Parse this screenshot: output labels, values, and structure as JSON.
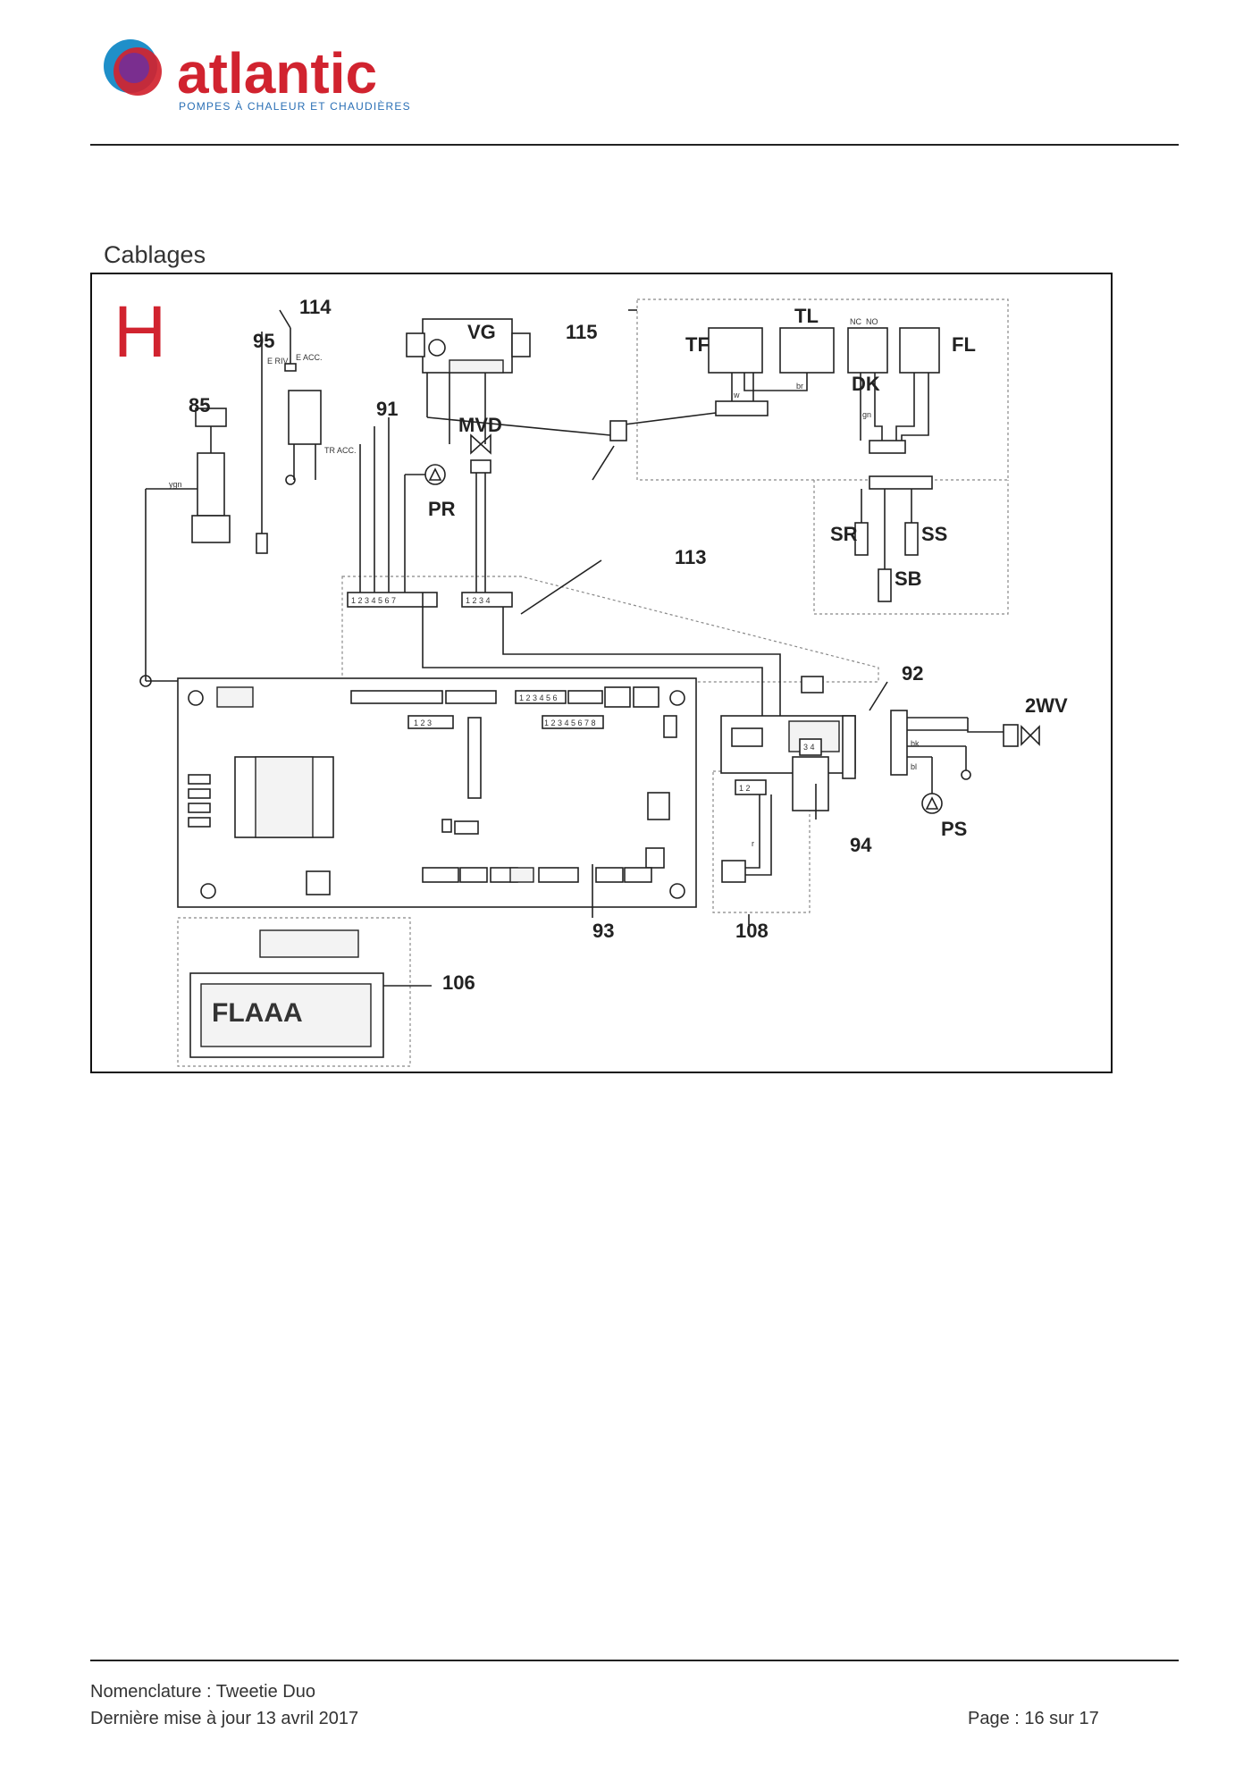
{
  "header": {
    "brand": "atlantic",
    "tagline": "POMPES À CHALEUR ET CHAUDIÈRES",
    "colors": {
      "brand_red": "#d1232f",
      "logo_blue": "#1f8fc9",
      "logo_purple": "#7a2e8f",
      "tagline_blue": "#2a6fb5"
    }
  },
  "section": {
    "title": "Cablages",
    "letter": "H"
  },
  "diagram": {
    "components": [
      "TF",
      "TL",
      "DK",
      "FL",
      "SR",
      "SS",
      "SB",
      "VG",
      "MVD",
      "PR",
      "PS",
      "2WV"
    ],
    "ref_numbers": [
      "114",
      "115",
      "95",
      "85",
      "91",
      "113",
      "92",
      "94",
      "93",
      "108",
      "106"
    ],
    "wire_labels": [
      "ygn",
      "br",
      "bk",
      "bl",
      "w",
      "r",
      "gn",
      "E RIV.",
      "E ACC.",
      "TR ACC.",
      "NC",
      "NO"
    ],
    "connector_pins": [
      "1 2 3 4 5 6 7",
      "1 2 3 4",
      "1 2 3 4 5 6",
      "1 2 3 4 5 6 7 8",
      "1 2 3",
      "1 2",
      "3 4"
    ],
    "display_text": "FLAAA"
  },
  "footer": {
    "doc": "Nomenclature : Tweetie Duo",
    "updated": "Dernière mise à jour 13 avril 2017",
    "page": "Page : 16 sur 17"
  }
}
